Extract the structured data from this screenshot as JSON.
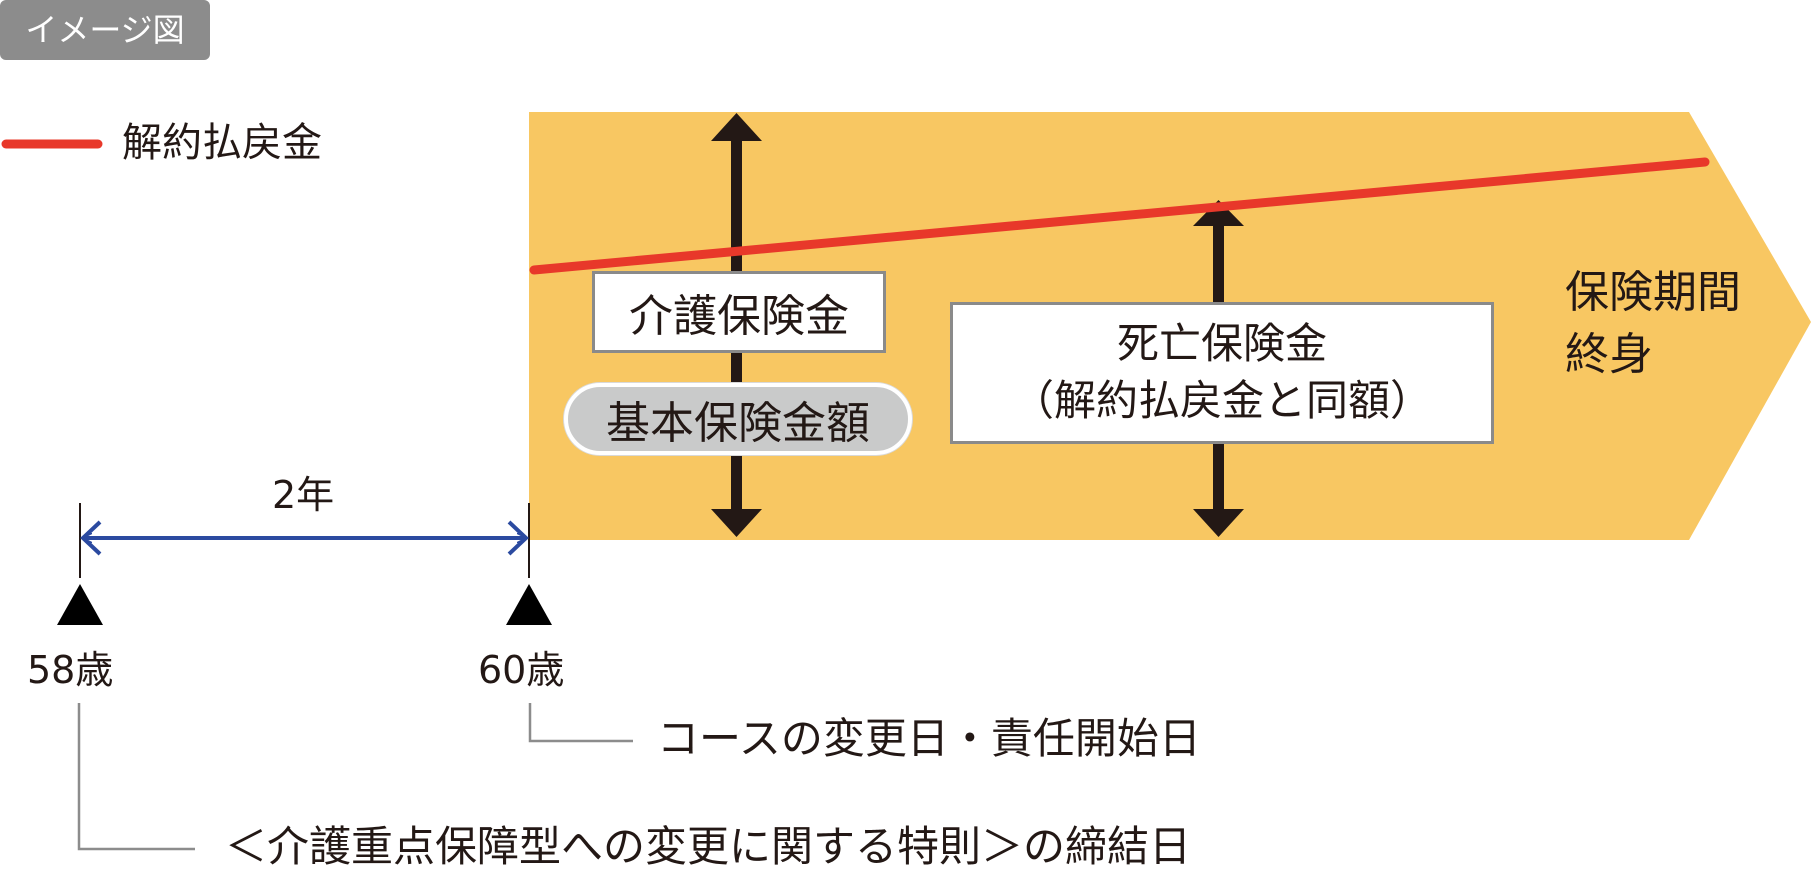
{
  "badge": "イメージ図",
  "legend": {
    "label": "解約払戻金",
    "color": "#e8382a"
  },
  "colors": {
    "band": "#f8c762",
    "arrow": "#231815",
    "timeline": "#2b4aa0",
    "leader": "#8c8c8c"
  },
  "boxes": {
    "kaigo": "介護保険金",
    "kihon": "基本保険金額",
    "shibo_line1": "死亡保険金",
    "shibo_line2": "（解約払戻金と同額）"
  },
  "term": {
    "line1": "保険期間",
    "line2": "終身"
  },
  "timeline": {
    "span_label": "2年",
    "start_age": "58歳",
    "end_age": "60歳"
  },
  "notes": {
    "start_note": "コースの変更日・責任開始日",
    "contract_note": "＜介護重点保障型への変更に関する特則＞の締結日"
  }
}
